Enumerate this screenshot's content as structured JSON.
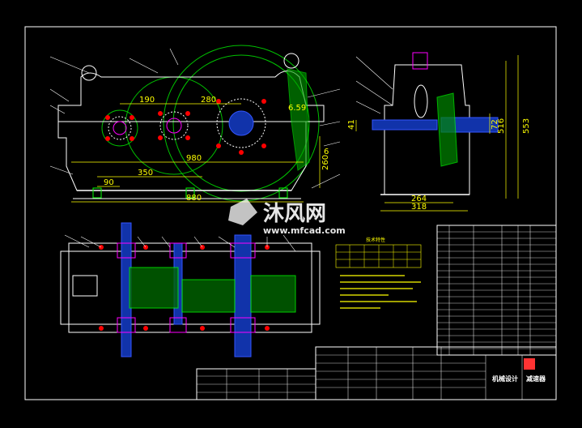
{
  "colors": {
    "background": "#000000",
    "outline": "#ffffff",
    "gear": "#00c000",
    "dimension": "#ffff00",
    "hatch": "#00ff00",
    "shaft": "#3355ff",
    "highlight": "#ff00ff",
    "leader": "#ffffff"
  },
  "front_view": {
    "dims": {
      "d190": "190",
      "d280": "280",
      "d350": "350",
      "d90": "90",
      "d980": "980",
      "d880": "880",
      "d659": "6.59",
      "d260": "260",
      "d6": "6"
    }
  },
  "side_view": {
    "dims": {
      "d553": "553",
      "d516": "516",
      "d72": "72",
      "d41": "41",
      "d264": "264",
      "d318": "318"
    }
  },
  "watermark": {
    "brand": "沐风网",
    "url": "www.mfcad.com"
  },
  "spec_box": {
    "title": "技术特性"
  },
  "title_block": {
    "drawing_name": "减速器",
    "school": "机械设计"
  }
}
